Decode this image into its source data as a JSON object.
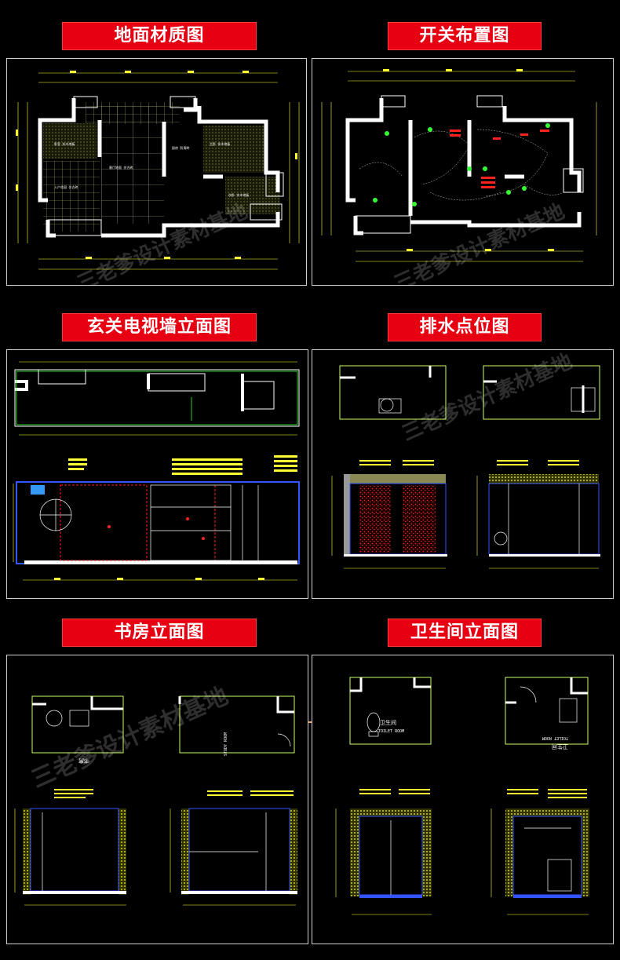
{
  "sections": [
    {
      "id": "floor-material",
      "title": "地面材质图"
    },
    {
      "id": "switch-layout",
      "title": "开关布置图"
    },
    {
      "id": "entrance-tv-wall",
      "title": "玄关电视墙立面图"
    },
    {
      "id": "drainage-points",
      "title": "排水点位图"
    },
    {
      "id": "study-elevation",
      "title": "书房立面图"
    },
    {
      "id": "bathroom-elevation",
      "title": "卫生间立面图"
    }
  ],
  "watermark": "三老爹设计素材基地",
  "labels": {
    "toilet_room_cn": "卫生间",
    "toilet_room_en": "TOILET ROOM",
    "study_room_en": "STUDY ROOM",
    "study_cn": "书房"
  },
  "colors": {
    "title_bg": "#e60012",
    "title_text": "#ffffff",
    "cad_wall": "#ffffff",
    "cad_dim": "#ffff00",
    "cad_line": "#33ff33",
    "cad_red": "#ff2020",
    "cad_blue": "#3355ff"
  }
}
